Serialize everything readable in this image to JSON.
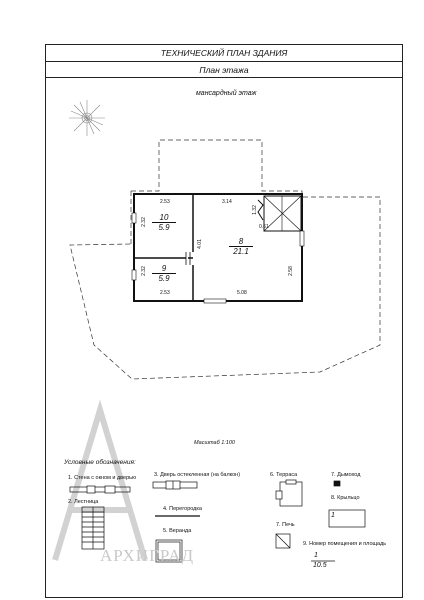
{
  "header": {
    "title": "ТЕХНИЧЕСКИЙ ПЛАН ЗДАНИЯ",
    "subtitle": "План этажа"
  },
  "floor_label": "мансардный этаж",
  "scale": "Масштаб 1:100",
  "rooms": [
    {
      "number": "10",
      "area": "5.9"
    },
    {
      "number": "8",
      "area": "21.1"
    },
    {
      "number": "9",
      "area": "5.9"
    }
  ],
  "dimensions": {
    "d1": "2.53",
    "d2": "3.14",
    "d3": "2.32",
    "d4": "1.32",
    "d5": "0.61",
    "d6": "4.01",
    "d7": "2.32",
    "d8": "2.58",
    "d9": "2.53",
    "d10": "5.08"
  },
  "legend": {
    "title": "Условные обозначения:",
    "items": [
      "1. Стена с окном и дверью",
      "2. Лестница",
      "3. Дверь остекленная (на балкон)",
      "4. Перегородка",
      "5. Веранда",
      "6. Терраса",
      "7. Дымоход",
      "7. Печь",
      "8. Крыльцо",
      "9. Номер помещения и площадь"
    ],
    "porch_number": "1",
    "room_example_number": "1",
    "room_example_area": "10.5"
  },
  "watermark": {
    "brand": "АРХИГРАД"
  }
}
